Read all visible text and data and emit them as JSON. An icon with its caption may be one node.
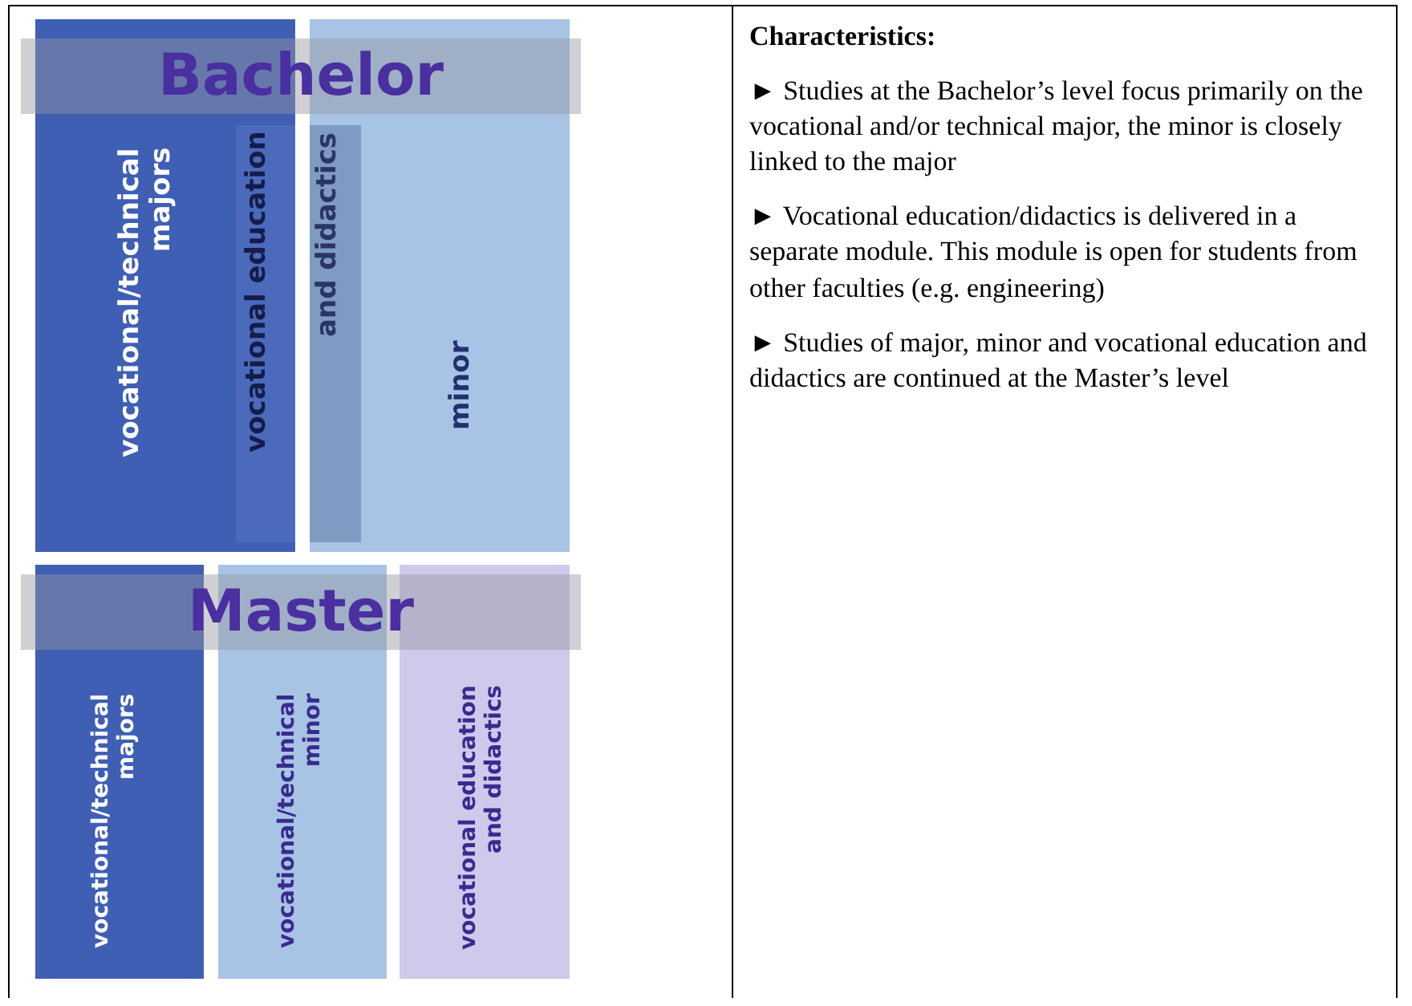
{
  "diagram": {
    "nodes": [
      {
        "text": [
          "Bachelor"
        ]
      },
      {
        "text": [
          "vocational/technical majors"
        ]
      },
      {
        "text": [
          "vocational education"
        ],
        "in": 1
      },
      {
        "text": [
          "and didactics"
        ],
        "in": 4
      },
      {
        "text": [
          "minor"
        ]
      },
      {
        "text": [
          "Master"
        ]
      },
      {
        "text": [
          "vocational/technical majors"
        ]
      },
      {
        "text": [
          "vocational/technical minor"
        ]
      },
      {
        "text": [
          "vocational education and didactics"
        ]
      }
    ],
    "edges": [],
    "labels": [
      "Characteristics:",
      "► Studies at the Bachelor’s level focus primarily on the vocational and/or technical major, the minor is closely linked to the major",
      "► Vocational education/didactics is delivered in a separate module. This module is open for students from other faculties (e.g. engineering)",
      "► Studies of major, minor and vocational education and didactics are continued at the Master’s level"
    ]
  }
}
